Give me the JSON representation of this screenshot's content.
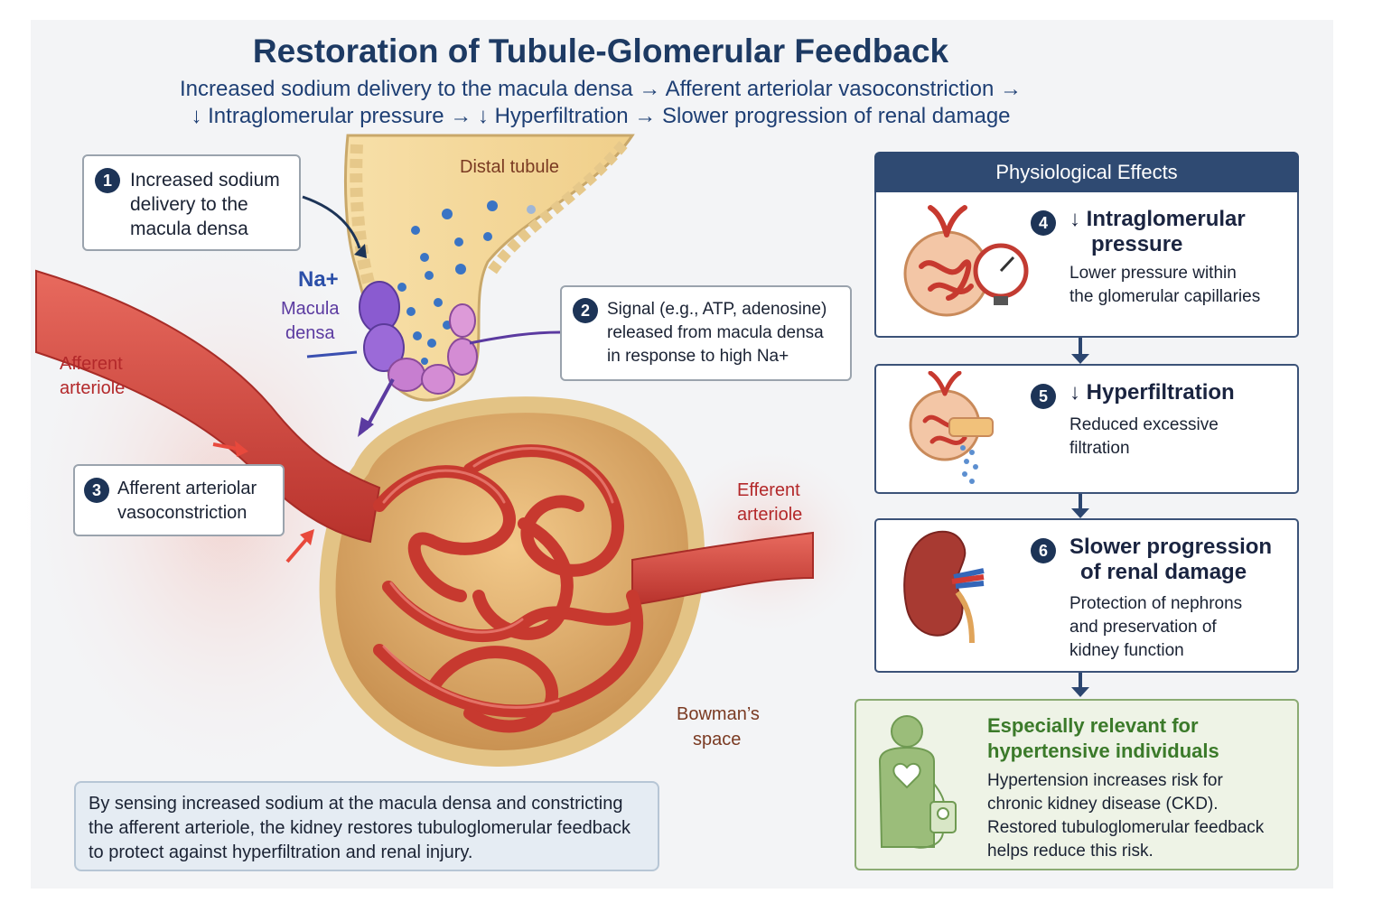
{
  "title": "Restoration of Tubule-Glomerular Feedback",
  "subtitle_line1": "Increased sodium delivery to the macula densa → Afferent arteriolar vasoconstriction →",
  "subtitle_line2": "↓ Intraglomerular pressure → ↓ Hyperfiltration → Slower progression of renal damage",
  "labels": {
    "distal_tubule": "Distal tubule",
    "na": "Na+",
    "macula_densa_1": "Macula",
    "macula_densa_2": "densa",
    "afferent_1": "Afferent",
    "afferent_2": "arteriole",
    "efferent_1": "Efferent",
    "efferent_2": "arteriole",
    "bowman_1": "Bowman’s",
    "bowman_2": "space"
  },
  "callouts": [
    {
      "num": "1",
      "lines": [
        "Increased sodium",
        "delivery to the",
        "macula densa"
      ]
    },
    {
      "num": "2",
      "lines": [
        "Signal (e.g., ATP, adenosine)",
        "released from macula densa",
        "in response to high Na+"
      ]
    },
    {
      "num": "3",
      "lines": [
        "Afferent arteriolar",
        "vasoconstriction"
      ]
    }
  ],
  "panel": {
    "header": "Physiological Effects",
    "cards": [
      {
        "num": "4",
        "title_lines": [
          "↓ Intraglomerular",
          "pressure"
        ],
        "body_lines": [
          "Lower pressure within",
          "the glomerular capillaries"
        ]
      },
      {
        "num": "5",
        "title_lines": [
          "↓ Hyperfiltration"
        ],
        "body_lines": [
          "Reduced excessive",
          "filtration"
        ]
      },
      {
        "num": "6",
        "title_lines": [
          "Slower progression",
          "of renal damage"
        ],
        "body_lines": [
          "Protection of nephrons",
          "and preservation of",
          "kidney function"
        ]
      }
    ],
    "green": {
      "title_lines": [
        "Especially relevant for",
        "hypertensive individuals"
      ],
      "body_lines": [
        "Hypertension increases risk for",
        "chronic kidney disease (CKD).",
        "Restored tubuloglomerular feedback",
        "helps reduce this risk."
      ]
    }
  },
  "summary_lines": [
    "By sensing increased sodium at the macula densa and constricting",
    "the afferent arteriole, the kidney restores tubuloglomerular feedback",
    "to protect against hyperfiltration and renal injury."
  ],
  "colors": {
    "navy": "#1d3457",
    "panel_header": "#2f4a72",
    "artery_red": "#d9463f",
    "tubule_tan": "#f3d9a0",
    "macula_purple": "#8a5bd0",
    "green_text": "#3b7a2a"
  },
  "icons": [
    "glomerulus-icon",
    "pressure-gauge-icon",
    "filtration-icon",
    "kidney-icon",
    "patient-icon",
    "blood-pressure-monitor-icon"
  ]
}
